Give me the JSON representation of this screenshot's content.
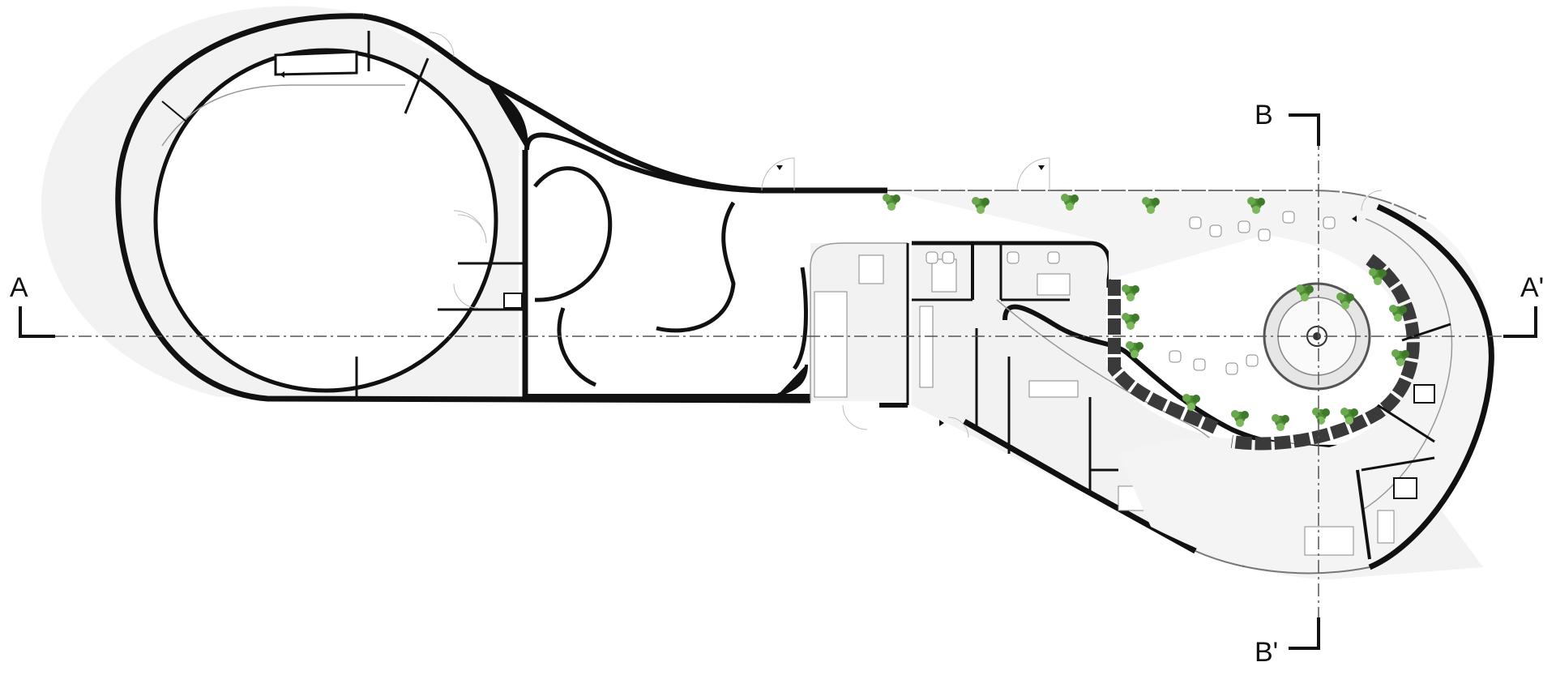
{
  "section_labels": {
    "a": "A",
    "a_prime": "A'",
    "b": "B",
    "b_prime": "B'"
  },
  "colors": {
    "wall": "#111111",
    "floor": "#f2f2f2",
    "line": "#555555",
    "planter_dark": "#3a3a3a",
    "plant": "#5a9a3a"
  }
}
